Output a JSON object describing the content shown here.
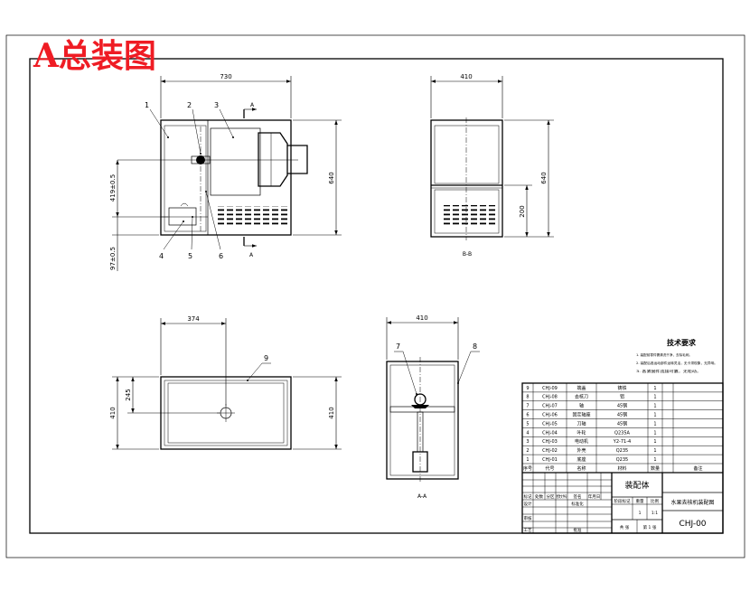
{
  "drawing": {
    "title": "A总装图",
    "title_color": "#ef1c24"
  },
  "front_view": {
    "dim_width": "730",
    "dim_height": "640",
    "dim_upper": "419±0.5",
    "dim_lower": "97±0.5",
    "balloons": [
      "1",
      "2",
      "3",
      "4",
      "5",
      "6"
    ],
    "section_mark": "A"
  },
  "side_view": {
    "dim_width": "410",
    "dim_height": "640",
    "dim_lower": "200",
    "label": "B-B"
  },
  "top_view": {
    "dim_offset": "374",
    "dim_depth_left": "410",
    "dim_partial": "245",
    "dim_depth_right": "410",
    "balloon": "9"
  },
  "section_view": {
    "dim_width": "410",
    "balloons": [
      "7",
      "8"
    ],
    "label": "A-A"
  },
  "tech_requirements": {
    "title": "技术要求",
    "items": [
      "1. 装配前零件需清洗干净，去除毛刺。",
      "2. 装配后各运动部件运转灵活，无卡滞现象，无异响。",
      "3. 各紧固件连接可靠，无松动。"
    ]
  },
  "bom": {
    "header": [
      "序号",
      "代号",
      "名称",
      "材料",
      "数量",
      "",
      "备注"
    ],
    "rows": [
      [
        "9",
        "CHJ-09",
        "端盖",
        "铸铁",
        "1"
      ],
      [
        "8",
        "CHJ-08",
        "去核刀",
        "铝",
        "1"
      ],
      [
        "7",
        "CHJ-07",
        "轴",
        "45钢",
        "1"
      ],
      [
        "6",
        "CHJ-06",
        "固定轴座",
        "45钢",
        "1"
      ],
      [
        "5",
        "CHJ-05",
        "刀轴",
        "45钢",
        "1"
      ],
      [
        "4",
        "CHJ-04",
        "叶轮",
        "Q235A",
        "1"
      ],
      [
        "3",
        "CHJ-03",
        "电动机",
        "Y2-71-4",
        "1"
      ],
      [
        "2",
        "CHJ-02",
        "外壳",
        "Q235",
        "1"
      ],
      [
        "1",
        "CHJ-01",
        "底座",
        "Q235",
        "1"
      ]
    ]
  },
  "title_block": {
    "part_name": "装配体",
    "drawing_name": "水果去核机装配图",
    "drawing_number": "CHJ-00",
    "rev_headers": [
      "标记",
      "处数",
      "分区",
      "更改文件号",
      "签名",
      "年月日"
    ],
    "design": "设计",
    "standardization": "标准化",
    "review": "审核",
    "process": "工艺",
    "approve": "批准",
    "stage_mark": "阶段标记",
    "weight": "重量",
    "scale": "比例",
    "weight_value": "1",
    "scale_value": "1:1",
    "sheets_total": "共 张",
    "sheet_no": "第 1 张"
  }
}
